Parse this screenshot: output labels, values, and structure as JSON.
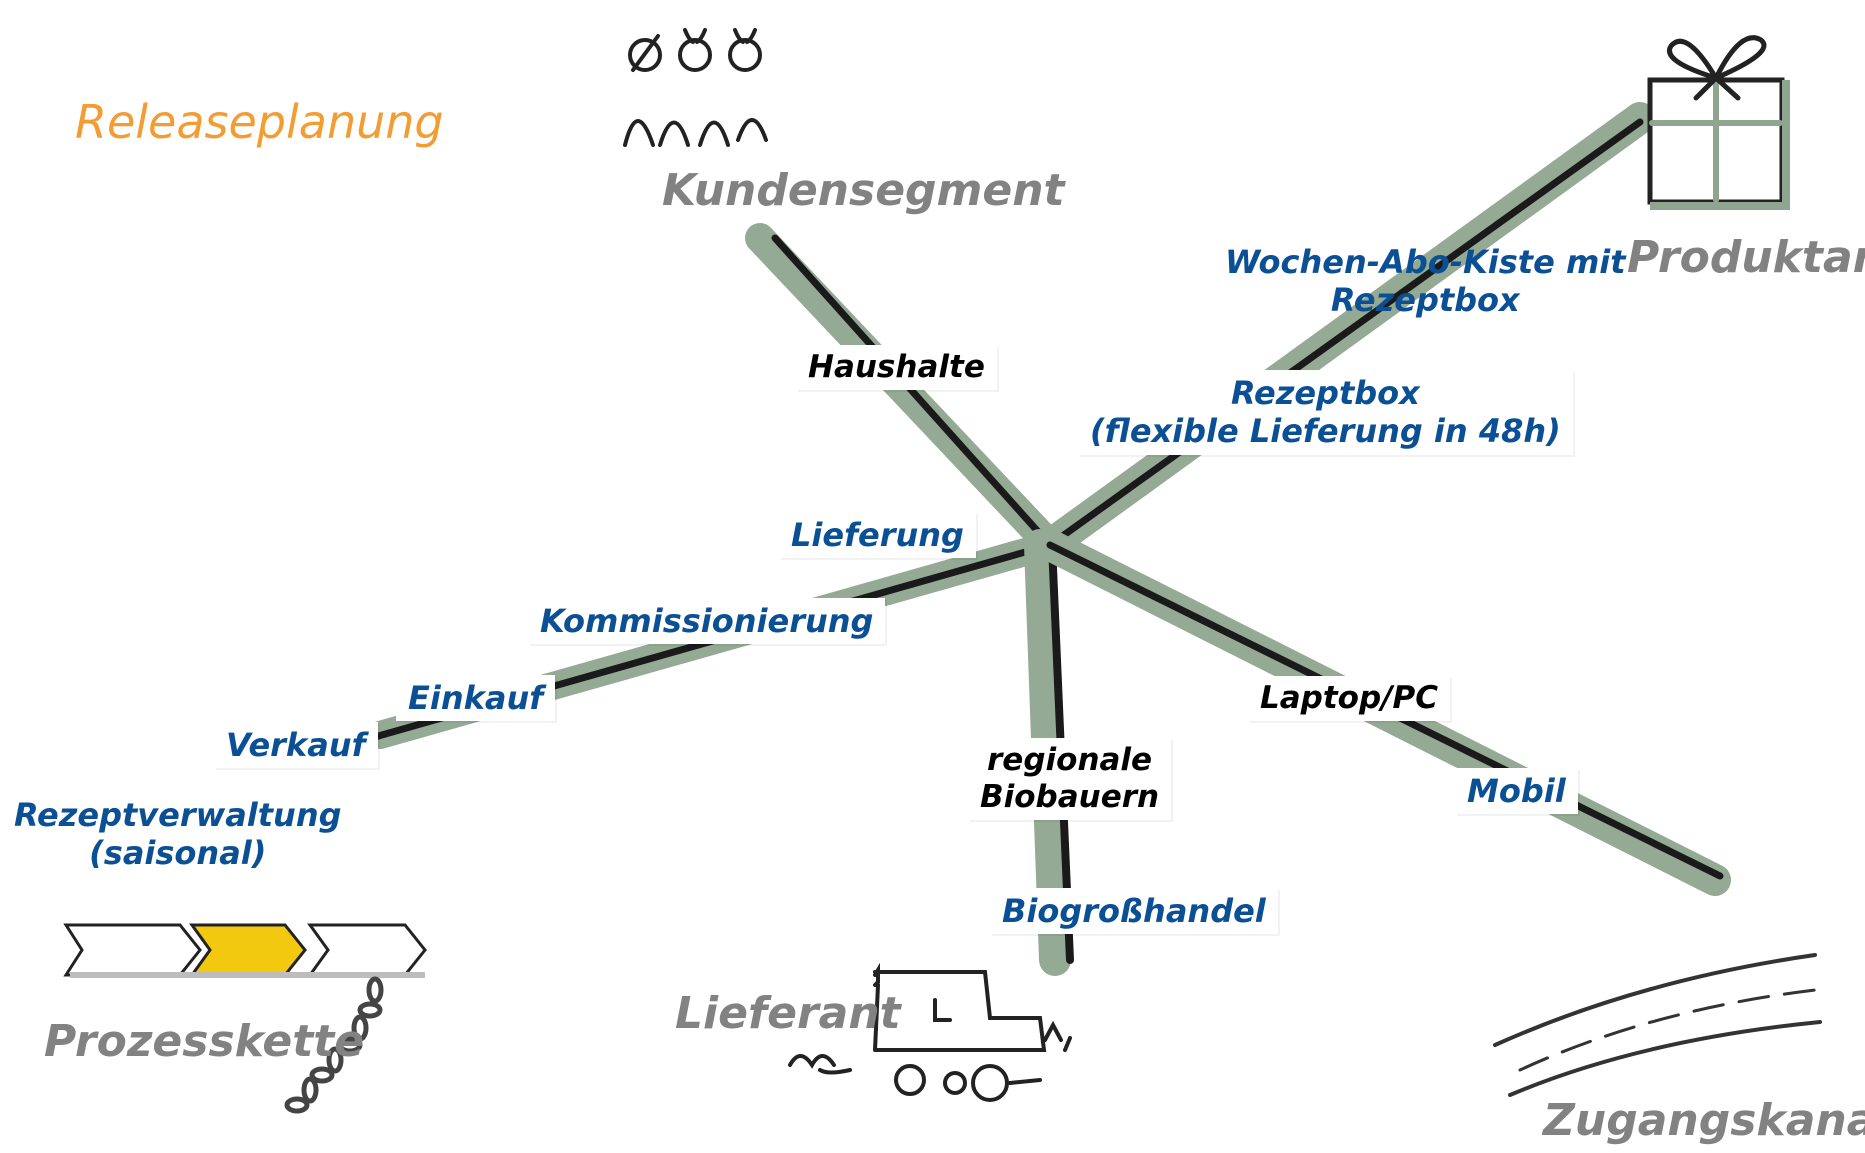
{
  "title": "Releaseplanung",
  "colors": {
    "accent_title": "#f39c33",
    "axis_green": "#94aa94",
    "axis_ink": "#111111",
    "value_blue": "#0b4f95",
    "category_gray": "#828282",
    "chevron_yellow": "#f2c90f"
  },
  "axes": {
    "kundensegment": {
      "label": "Kundensegment",
      "icon": "people-icon"
    },
    "produktart": {
      "label": "Produktart",
      "icon": "gift-box-icon"
    },
    "prozesskette": {
      "label": "Prozesskette",
      "icon": "process-chain-icon"
    },
    "lieferant": {
      "label": "Lieferant",
      "icon": "tractor-icon"
    },
    "zugangskanal": {
      "label": "Zugangskanal",
      "icon": "road-icon"
    }
  },
  "values": {
    "haushalte": "Haushalte",
    "wochen_abo_line1": "Wochen-Abo-Kiste mit",
    "wochen_abo_line2": "Rezeptbox",
    "rezeptbox_line1": "Rezeptbox",
    "rezeptbox_line2": "(flexible Lieferung in 48h)",
    "lieferung": "Lieferung",
    "kommissionierung": "Kommissionierung",
    "einkauf": "Einkauf",
    "verkauf": "Verkauf",
    "rezeptverwaltung_line1": "Rezeptverwaltung",
    "rezeptverwaltung_line2": "(saisonal)",
    "laptop_pc": "Laptop/PC",
    "mobil": "Mobil",
    "regionale_line1": "regionale",
    "regionale_line2": "Biobauern",
    "biogrosshandel": "Biogroßhandel"
  }
}
